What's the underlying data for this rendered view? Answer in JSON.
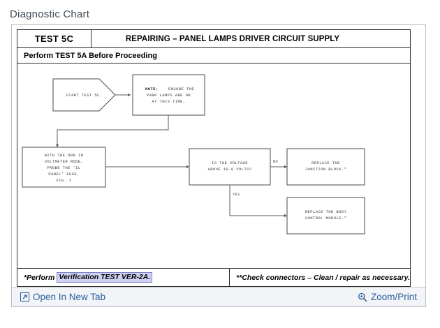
{
  "page": {
    "title": "Diagnostic Chart"
  },
  "chart": {
    "header": {
      "badge": "TEST 5C",
      "title": "REPAIRING – PANEL LAMPS DRIVER CIRCUIT SUPPLY"
    },
    "subheader": "Perform TEST 5A Before Proceeding",
    "nodes": {
      "start": "START TEST 5C.",
      "note_label": "NOTE:",
      "note_lines": [
        "ENSURE THE",
        "PARK LAMPS ARE ON",
        "AT THIS TIME."
      ],
      "probe_lines": [
        "WITH THE DRB IN",
        "VOLTMETER MODE,",
        "PROBE THE 'IL",
        "PANEL' FUSE.",
        "FIG. 1"
      ],
      "decision_lines": [
        "IS THE VOLTAGE",
        "ABOVE 10.0 VOLTS?"
      ],
      "junction_lines": [
        "REPLACE THE",
        "JUNCTION BLOCK.*"
      ],
      "bcm_lines": [
        "REPLACE THE BODY",
        "CONTROL MODULE.*"
      ]
    },
    "edge_labels": {
      "no": "NO",
      "yes": "YES"
    },
    "footer": {
      "left_prefix": "*Perform",
      "left_link": "Verification TEST VER-2A.",
      "right": "**Check connectors – Clean / repair as necessary."
    }
  },
  "toolbar": {
    "open_new_tab": "Open In New Tab",
    "zoom_print": "Zoom/Print",
    "link_color": "#2c5f9e"
  }
}
